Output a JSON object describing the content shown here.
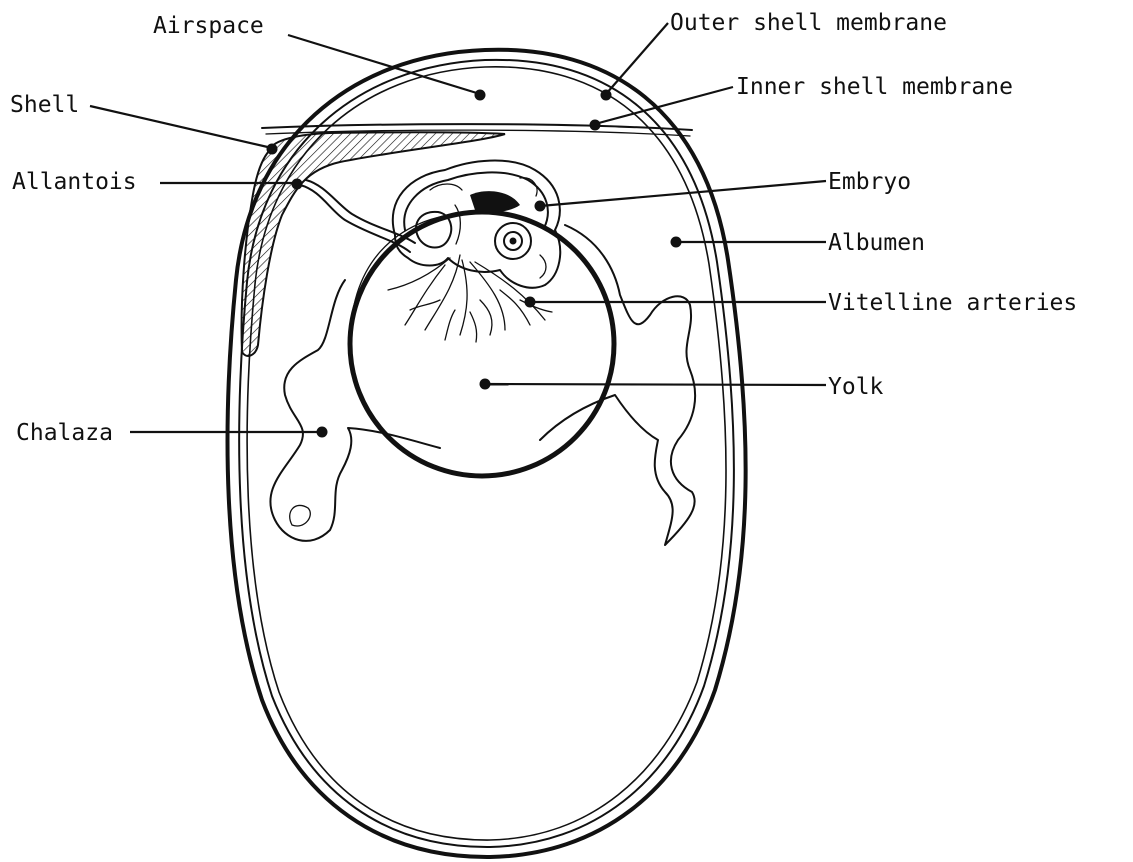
{
  "labels": {
    "airspace": "Airspace",
    "outer_shell_membrane": "Outer shell membrane",
    "inner_shell_membrane": "Inner shell membrane",
    "shell": "Shell",
    "allantois": "Allantois",
    "embryo": "Embryo",
    "albumen": "Albumen",
    "vitelline_arteries": "Vitelline arteries",
    "yolk": "Yolk",
    "chalaza": "Chalaza"
  },
  "colors": {
    "ink": "#111111",
    "paper": "#ffffff"
  }
}
